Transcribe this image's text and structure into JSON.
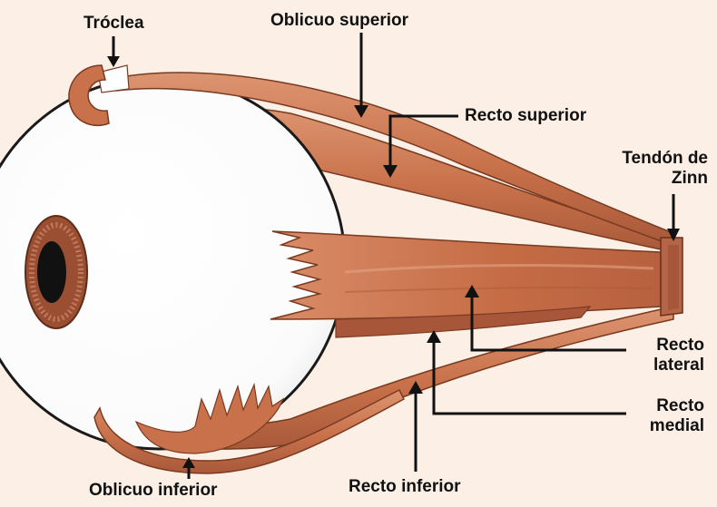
{
  "diagram": {
    "labels": {
      "troclea": "Tróclea",
      "oblicuo_superior": "Oblicuo superior",
      "recto_superior": "Recto superior",
      "tendon_line1": "Tendón de",
      "tendon_line2": "Zinn",
      "recto_lateral_line1": "Recto",
      "recto_lateral_line2": "lateral",
      "recto_medial_line1": "Recto",
      "recto_medial_line2": "medial",
      "oblicuo_inferior": "Oblicuo inferior",
      "recto_inferior": "Recto inferior"
    },
    "colors": {
      "background": "#fbefe6",
      "muscle": "#c8714a",
      "muscle_light": "#dc9470",
      "muscle_dark": "#8a4427",
      "eyeball": "#ffffff",
      "iris": "#9a4f33",
      "pupil": "#111111",
      "arrow": "#111111"
    }
  }
}
